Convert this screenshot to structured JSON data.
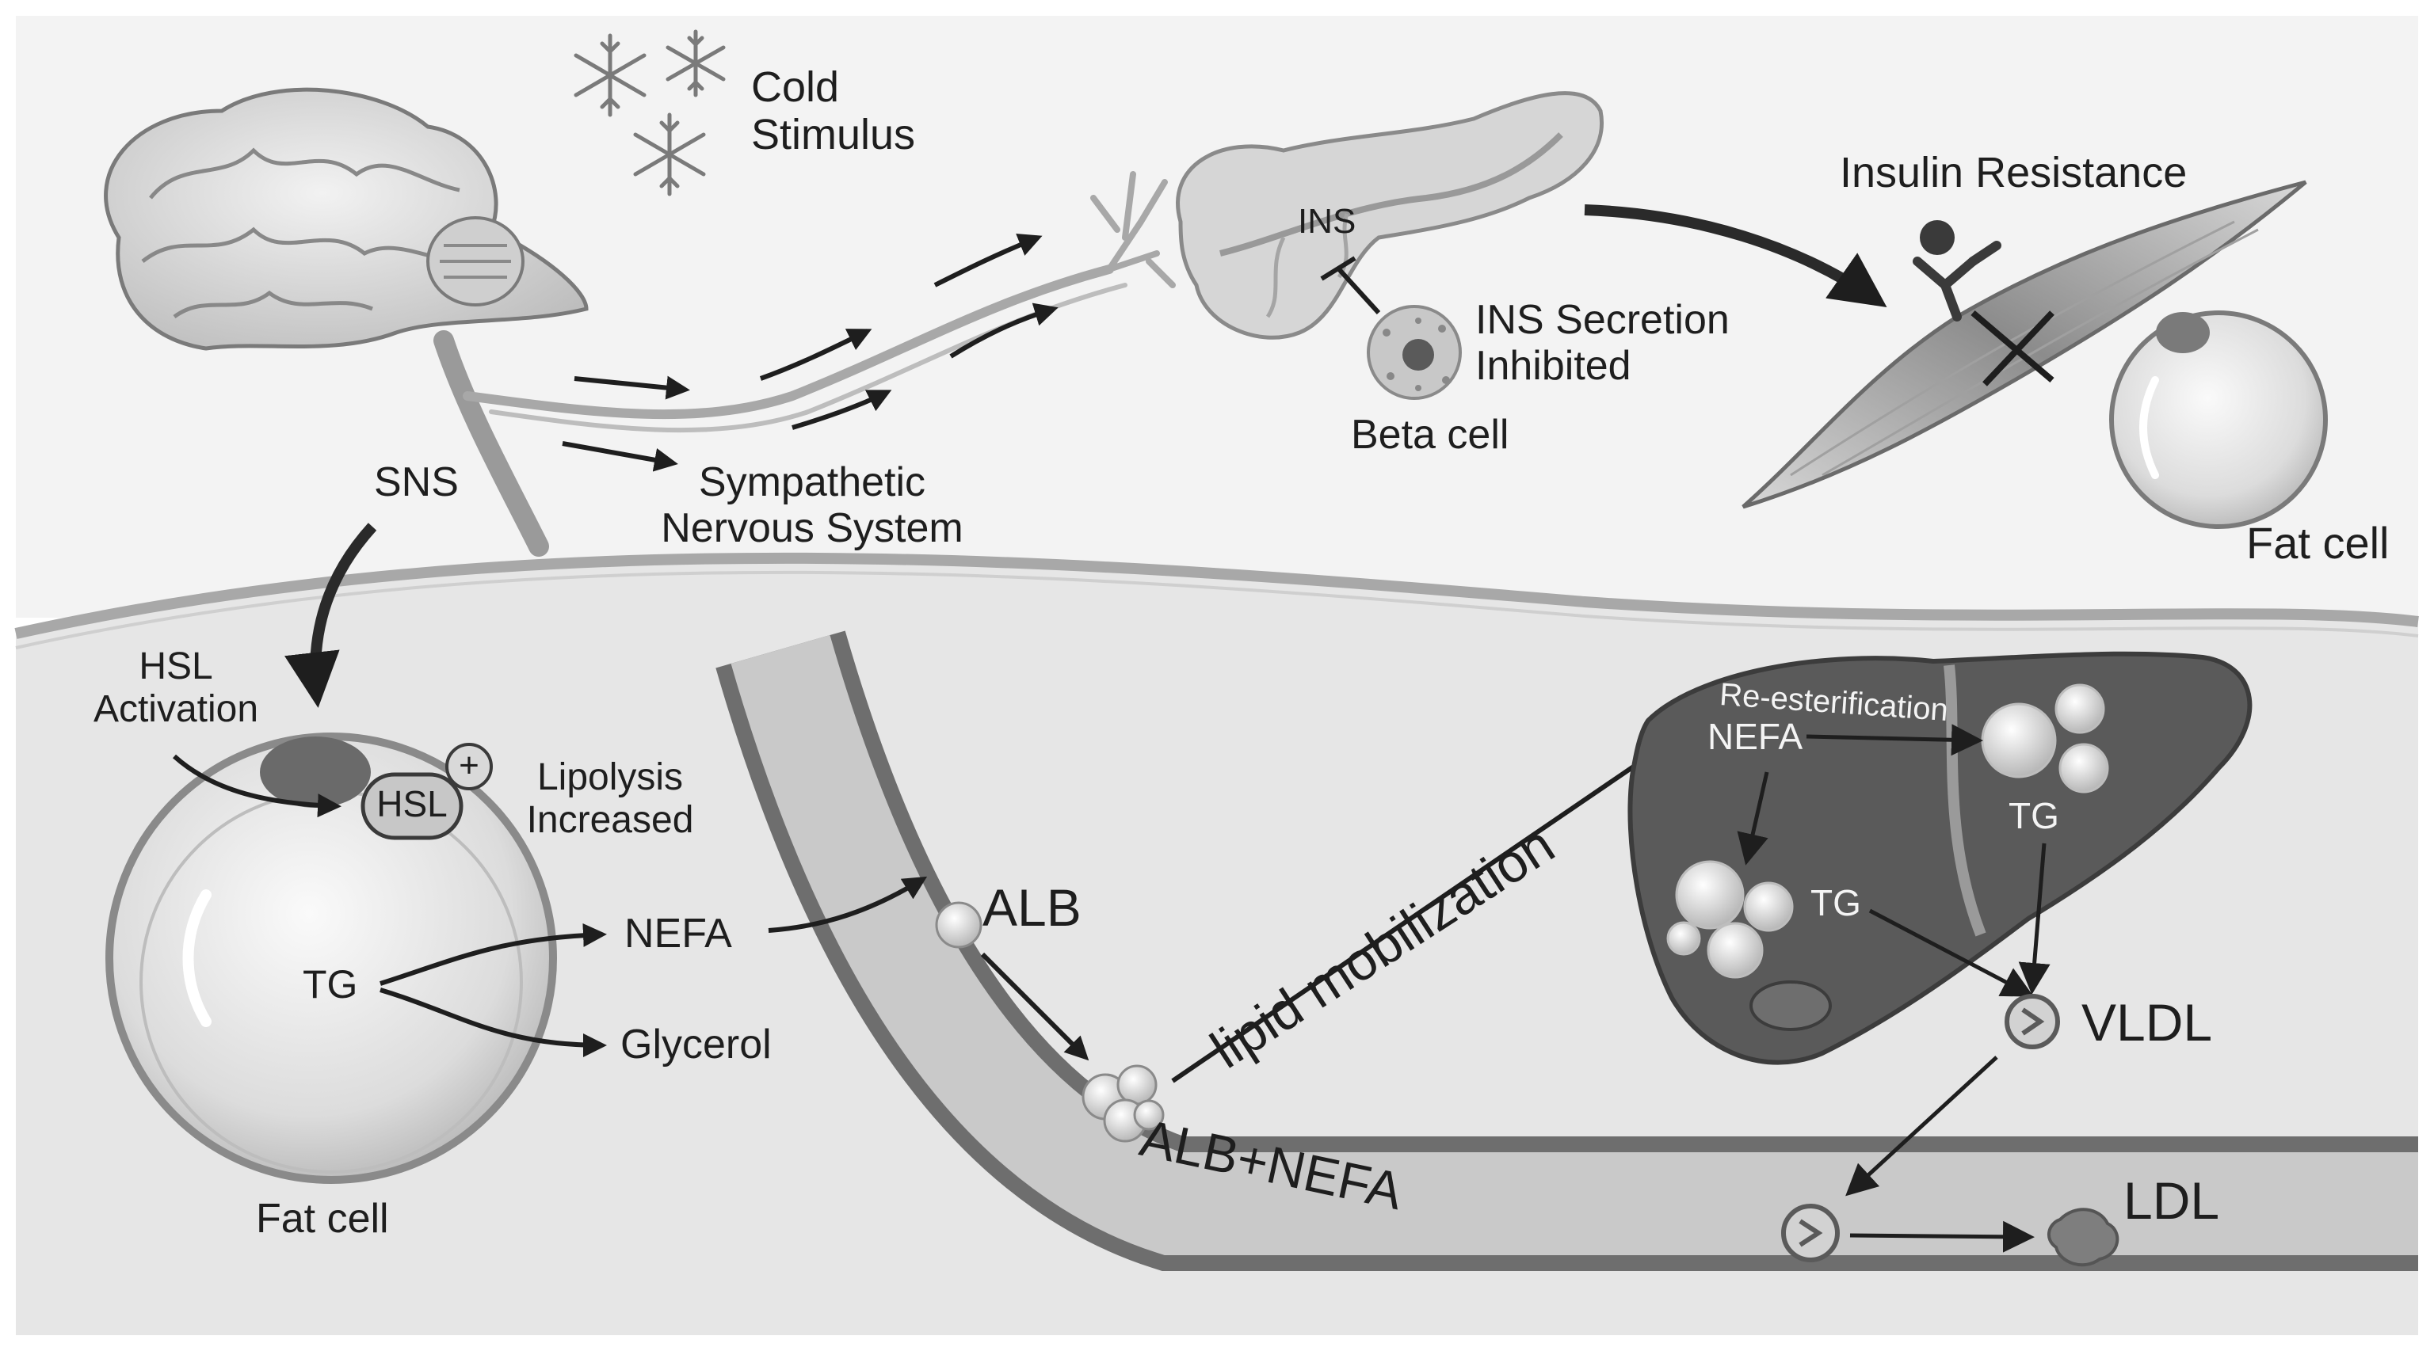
{
  "labels": {
    "cold_stimulus": "Cold\nStimulus",
    "sns": "SNS",
    "sympathetic": "Sympathetic\nNervous System",
    "ins": "INS",
    "ins_secretion": "INS Secretion\nInhibited",
    "beta_cell": "Beta cell",
    "insulin_resistance": "Insulin Resistance",
    "fat_cell_top": "Fat cell",
    "hsl_activation": "HSL\nActivation",
    "hsl": "HSL",
    "plus": "+",
    "lipolysis": "Lipolysis\nIncreased",
    "tg_fat": "TG",
    "nefa": "NEFA",
    "glycerol": "Glycerol",
    "fat_cell_bottom": "Fat cell",
    "alb": "ALB",
    "alb_nefa": "ALB+NEFA",
    "lipid_mobilization": "lipid mobilization",
    "re_esterification": "Re-esterification",
    "nefa_liver": "NEFA",
    "tg_liver_right": "TG",
    "tg_liver_left": "TG",
    "vldl": "VLDL",
    "ldl": "LDL"
  },
  "colors": {
    "background": "#ffffff",
    "upper_panel": "#f3f3f3",
    "lower_panel": "#e6e6e6",
    "liver": "#5a5a5a",
    "vessel_wall": "#6e6e6e",
    "vessel_lumen": "#c9c9c9",
    "arrow": "#1e1e1e"
  },
  "icons": [
    "snowflake-icon",
    "brain-icon",
    "nerve-icon",
    "pancreas-icon",
    "beta-cell-icon",
    "muscle-icon",
    "receptor-icon",
    "fat-cell-icon",
    "liver-icon",
    "lipid-droplet-icon",
    "lipoprotein-icon",
    "albumin-icon"
  ]
}
